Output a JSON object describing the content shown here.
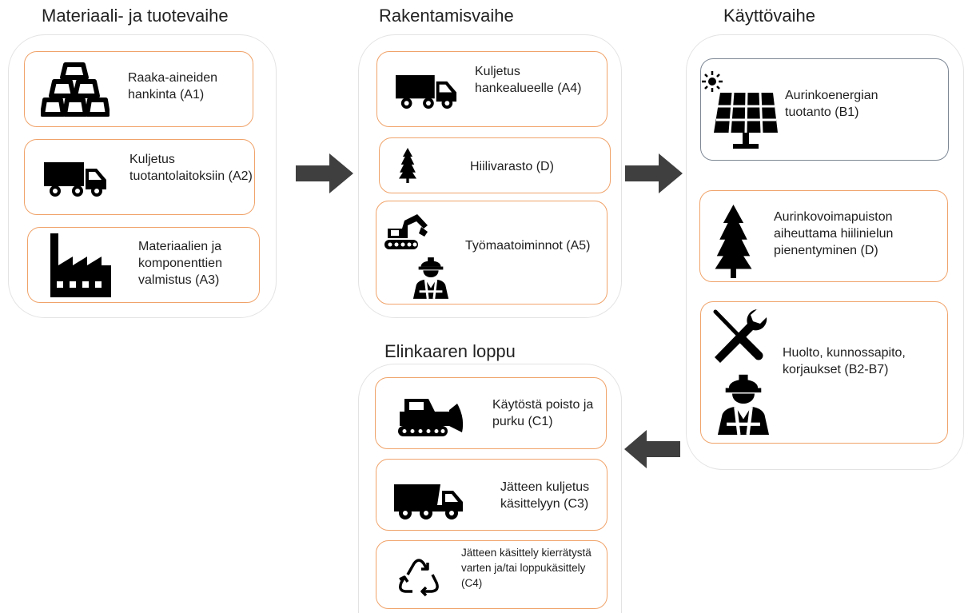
{
  "phases": {
    "materials": {
      "title": "Materiaali- ja tuotevaihe",
      "cards": [
        {
          "label": "Raaka-aineiden hankinta (A1)",
          "icon": "gold-bars-icon"
        },
        {
          "label": "Kuljetus tuotantolaitoksiin (A2)",
          "icon": "truck-icon"
        },
        {
          "label": "Materiaalien ja komponenttien valmistus (A3)",
          "icon": "factory-icon"
        }
      ]
    },
    "construction": {
      "title": "Rakentamisvaihe",
      "cards": [
        {
          "label": "Kuljetus hankealueelle (A4)",
          "icon": "truck-icon"
        },
        {
          "label": "Hiilivarasto (D)",
          "icon": "tree-icon"
        },
        {
          "label": "Työmaatoiminnot (A5)",
          "icon": "excavator-icon"
        }
      ]
    },
    "use": {
      "title": "Käyttövaihe",
      "cards": [
        {
          "label": "Aurinkoenergian tuotanto (B1)",
          "icon": "solar-panel-icon"
        },
        {
          "label": "Aurinkovoimapuiston aiheuttama hiilinielun pienentyminen (D)",
          "icon": "tree-icon"
        },
        {
          "label": "Huolto, kunnossapito, korjaukset (B2-B7)",
          "icon": "tools-icon"
        }
      ]
    },
    "end_of_life": {
      "title": "Elinkaaren loppu",
      "cards": [
        {
          "label": "Käytöstä poisto ja purku (C1)",
          "icon": "bulldozer-icon"
        },
        {
          "label": "Jätteen kuljetus käsittelyyn (C3)",
          "icon": "dump-truck-icon"
        },
        {
          "label": "Jätteen käsittely kierrätystä varten ja/tai loppukäsittely (C4)",
          "icon": "recycle-icon"
        }
      ]
    }
  },
  "colors": {
    "card_border": "#f0a36a",
    "solar_card_border": "#7d8794",
    "panel_border": "#e3e3e3",
    "arrow": "#3f3f3f",
    "icon": "#000000"
  }
}
